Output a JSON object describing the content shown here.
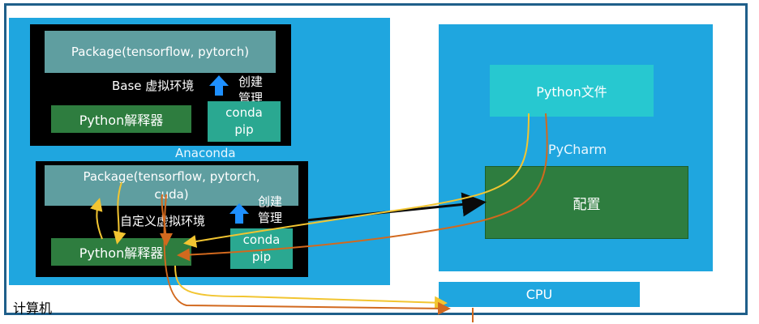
{
  "anaconda": {
    "label": "Anaconda",
    "base_env": {
      "package": "Package(tensorflow, pytorch)",
      "env_label": "Base 虚拟环境",
      "manage_label": "创建管理",
      "interpreter": "Python解释器",
      "tools": [
        "conda",
        "pip"
      ]
    },
    "custom_env": {
      "package_line1": "Package(tensorflow, pytorch,",
      "package_line2": "cuda)",
      "env_label": "自定义虚拟环境",
      "manage_label": "创建管理",
      "interpreter": "Python解释器",
      "tools": [
        "conda",
        "pip"
      ]
    }
  },
  "pycharm": {
    "label": "PyCharm",
    "python_file": "Python文件",
    "config": "配置"
  },
  "cpu": "CPU",
  "computer": "计算机",
  "colors": {
    "blue_fill": "#1fa6df",
    "black_env": "#000000",
    "teal_package": "#5f9ea0",
    "green_interpreter": "#2e7d3f",
    "teal_conda": "#2aa891",
    "cyan_file": "#27c8d0",
    "arrow_yellow": "#f2c531",
    "arrow_orange": "#d2691e",
    "arrow_blue": "#1e90ff",
    "arrow_black": "#0a0a0a"
  }
}
